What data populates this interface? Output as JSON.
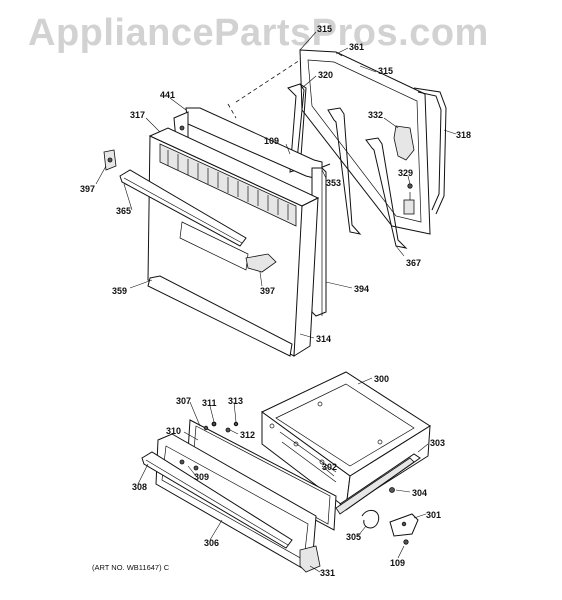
{
  "watermark": "AppliancePartsPros.com",
  "art_number": "(ART NO. WB11647) C",
  "labels": [
    {
      "id": "l315a",
      "text": "315"
    },
    {
      "id": "l361",
      "text": "361"
    },
    {
      "id": "l320",
      "text": "320"
    },
    {
      "id": "l315",
      "text": "315"
    },
    {
      "id": "l441",
      "text": "441"
    },
    {
      "id": "l317",
      "text": "317"
    },
    {
      "id": "l332",
      "text": "332"
    },
    {
      "id": "l318",
      "text": "318"
    },
    {
      "id": "l109a",
      "text": "109"
    },
    {
      "id": "l397a",
      "text": "397"
    },
    {
      "id": "l353",
      "text": "353"
    },
    {
      "id": "l329",
      "text": "329"
    },
    {
      "id": "l365",
      "text": "365"
    },
    {
      "id": "l367",
      "text": "367"
    },
    {
      "id": "l397b",
      "text": "397"
    },
    {
      "id": "l359",
      "text": "359"
    },
    {
      "id": "l394",
      "text": "394"
    },
    {
      "id": "l314",
      "text": "314"
    },
    {
      "id": "l300",
      "text": "300"
    },
    {
      "id": "l307",
      "text": "307"
    },
    {
      "id": "l311",
      "text": "311"
    },
    {
      "id": "l313",
      "text": "313"
    },
    {
      "id": "l312",
      "text": "312"
    },
    {
      "id": "l310",
      "text": "310"
    },
    {
      "id": "l303",
      "text": "303"
    },
    {
      "id": "l302",
      "text": "302"
    },
    {
      "id": "l309",
      "text": "309"
    },
    {
      "id": "l308",
      "text": "308"
    },
    {
      "id": "l304",
      "text": "304"
    },
    {
      "id": "l301",
      "text": "301"
    },
    {
      "id": "l305",
      "text": "305"
    },
    {
      "id": "l306",
      "text": "306"
    },
    {
      "id": "l109b",
      "text": "109"
    },
    {
      "id": "l331",
      "text": "331"
    }
  ]
}
